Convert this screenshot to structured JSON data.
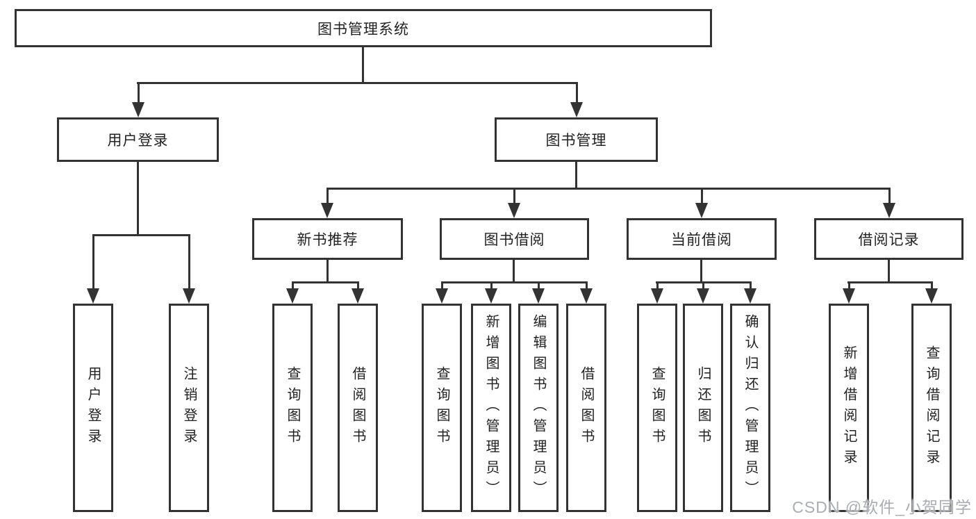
{
  "diagram": {
    "root": {
      "label": "图书管理系统"
    },
    "branches": [
      {
        "label": "用户登录",
        "children": [
          "用户登录",
          "注销登录"
        ]
      },
      {
        "label": "图书管理",
        "groups": [
          {
            "label": "新书推荐",
            "children": [
              "查询图书",
              "借阅图书"
            ]
          },
          {
            "label": "图书借阅",
            "children": [
              "查询图书",
              "新增图书（管理员）",
              "编辑图书（管理员）",
              "借阅图书"
            ]
          },
          {
            "label": "当前借阅",
            "children": [
              "查询图书",
              "归还图书",
              "确认归还（管理员）"
            ]
          },
          {
            "label": "借阅记录",
            "children": [
              "新增借阅记录",
              "查询借阅记录"
            ]
          }
        ]
      }
    ]
  },
  "watermark": {
    "text": "CSDN @软件_小贺同学"
  },
  "colors": {
    "line": "#333333",
    "box_border": "#333333",
    "text": "#222222",
    "background": "#ffffff",
    "watermark": "#a9adb3"
  }
}
